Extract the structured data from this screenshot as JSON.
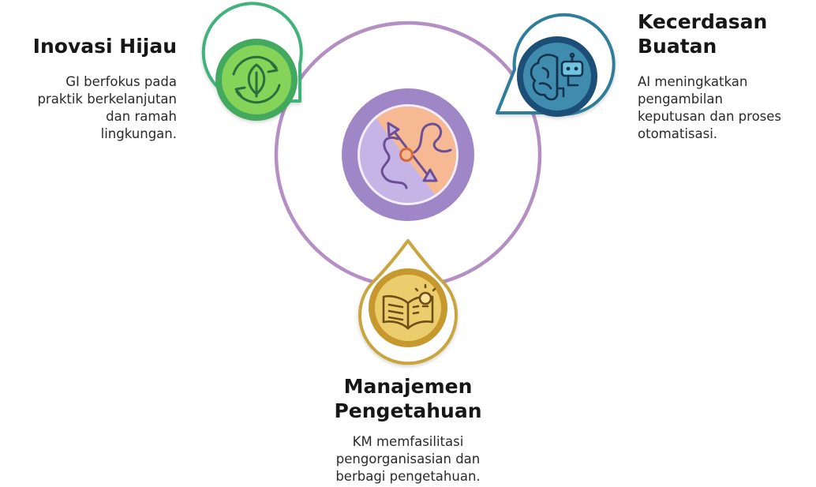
{
  "green_innovation": {
    "title": "Inovasi Hijau",
    "description": "GI berfokus pada\npraktik berkelanjutan\ndan ramah\nlingkungan.",
    "icon": "recycle-leaf-icon",
    "color": "#7ed957"
  },
  "artificial_intelligence": {
    "title": "Kecerdasan\nBuatan",
    "description": "AI meningkatkan\npengambilan\nkeputusan dan proses\notomatisasi.",
    "icon": "brain-robot-icon",
    "color": "#2f7d9a"
  },
  "knowledge_management": {
    "title": "Manajemen\nPengetahuan",
    "description": "KM memfasilitasi\npengorganisasian dan\nberbagi pengetahuan.",
    "icon": "book-lightbulb-icon",
    "color": "#e6c460"
  },
  "center": {
    "icon": "path-arrows-icon",
    "colors": [
      "#c8b3e6",
      "#f7b791"
    ]
  },
  "ring_color": "#b48fc4"
}
